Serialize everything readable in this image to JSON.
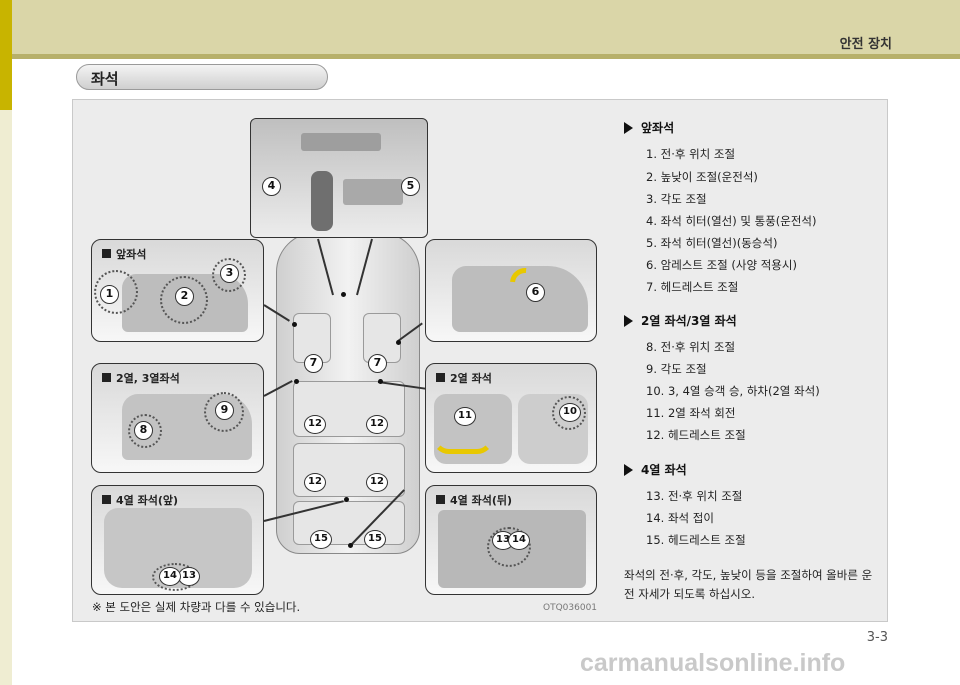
{
  "header": {
    "chapter_title": "안전 장치"
  },
  "section": {
    "title": "좌석"
  },
  "panels": {
    "front_seat": "앞좌석",
    "row23": "2열, 3열좌석",
    "row2": "2열 좌석",
    "row4_front": "4열 좌석(앞)",
    "row4_rear": "4열 좌석(뒤)"
  },
  "callouts": [
    "1",
    "2",
    "3",
    "4",
    "5",
    "6",
    "7",
    "7",
    "8",
    "9",
    "10",
    "11",
    "12",
    "12",
    "12",
    "12",
    "13",
    "14",
    "13",
    "14",
    "15",
    "15"
  ],
  "content": {
    "front_head": "앞좌석",
    "front_items": [
      "1.  전·후 위치 조절",
      "2.  높낮이 조절(운전석)",
      "3.  각도 조절",
      "4.  좌석 히터(열선) 및 통풍(운전석)",
      "5.  좌석 히터(열선)(동승석)",
      "6.  암레스트 조절 (사양 적용시)",
      "7.  헤드레스트 조절"
    ],
    "row23_head": "2열 좌석/3열 좌석",
    "row23_items": [
      "8.  전·후 위치 조절",
      "9.  각도 조절",
      "10. 3, 4열 승객 승, 하차(2열 좌석)",
      "11. 2열 좌석 회전",
      "12. 헤드레스트 조절"
    ],
    "row4_head": "4열 좌석",
    "row4_items": [
      "13. 전·후 위치 조절",
      "14. 좌석 접이",
      "15. 헤드레스트 조절"
    ],
    "summary": "좌석의 전·후, 각도, 높낮이 등을 조절하여 올바른 운전 자세가 되도록 하십시오."
  },
  "footnote": "※ 본 도안은 실제 차량과 다를 수 있습니다.",
  "figure_code": "OTQ036001",
  "page_number": "3-3",
  "watermark": "carmanualsonline.info"
}
